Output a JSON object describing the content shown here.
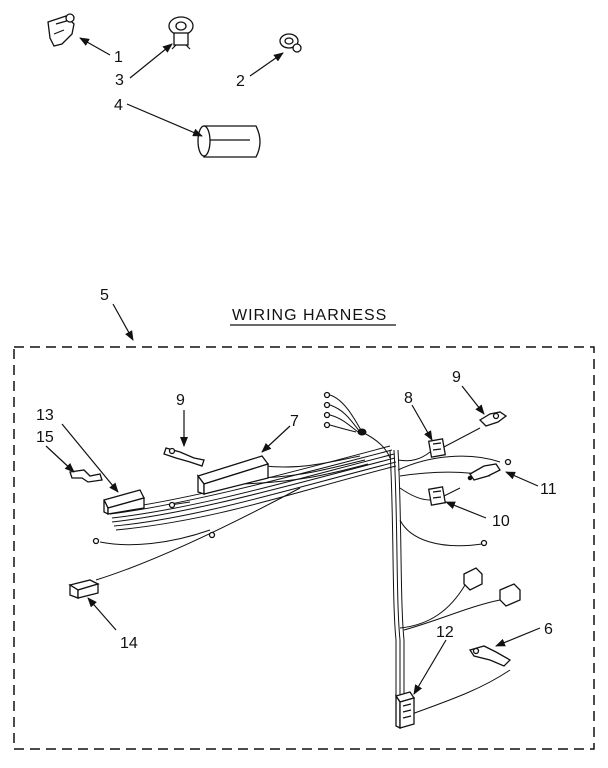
{
  "title": "WIRING HARNESS",
  "callouts": {
    "c1": "1",
    "c2": "2",
    "c3": "3",
    "c4": "4",
    "c5": "5",
    "c6": "6",
    "c7": "7",
    "c8": "8",
    "c9a": "9",
    "c9b": "9",
    "c10": "10",
    "c11": "11",
    "c12": "12",
    "c13": "13",
    "c14": "14",
    "c15": "15"
  }
}
